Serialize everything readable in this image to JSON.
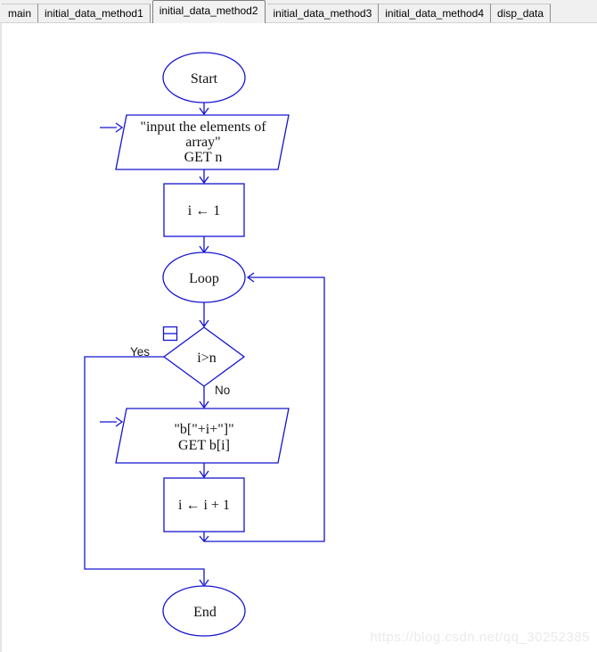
{
  "tabs": [
    {
      "label": "main",
      "active": false
    },
    {
      "label": "initial_data_method1",
      "active": false
    },
    {
      "label": "initial_data_method2",
      "active": true
    },
    {
      "label": "initial_data_method3",
      "active": false
    },
    {
      "label": "initial_data_method4",
      "active": false
    },
    {
      "label": "disp_data",
      "active": false
    }
  ],
  "flowchart": {
    "start": {
      "label": "Start"
    },
    "input_n": {
      "lines": [
        "\"input the elements of",
        "array\"",
        "GET n"
      ]
    },
    "assign_i": {
      "text": "i ← 1"
    },
    "loop": {
      "label": "Loop"
    },
    "condition": {
      "text": "i>n",
      "yes_label": "Yes",
      "no_label": "No"
    },
    "input_b": {
      "lines": [
        "\"b[\"+i+\"]\"",
        "GET b[i]"
      ]
    },
    "increment": {
      "text": "i ← i + 1"
    },
    "end": {
      "label": "End"
    }
  },
  "watermark": {
    "text": "https://blog.csdn.net/qq_30252385"
  },
  "colors": {
    "flow_line": "#1414d2",
    "tab_bar_bg": "#f0f0f0",
    "canvas_bg": "#ffffff",
    "node_text": "#111111",
    "watermark_text": "#eaeaea"
  }
}
